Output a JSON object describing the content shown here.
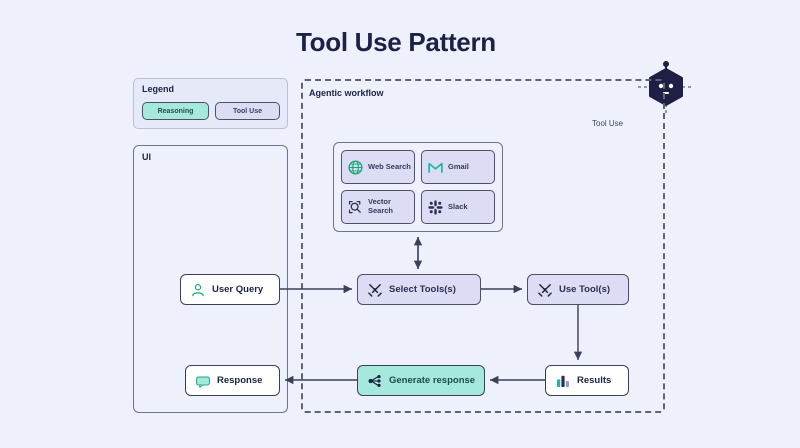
{
  "page": {
    "title": "Tool Use Pattern",
    "background_color": "#eef1fb"
  },
  "logo": {
    "name": "bot-hexagon-logo",
    "color": "#1f1f45"
  },
  "legend": {
    "title": "Legend",
    "chips": [
      {
        "label": "Reasoning",
        "color": "#a5e9dd"
      },
      {
        "label": "Tool Use",
        "color": "#dcdcf5"
      }
    ]
  },
  "ui_panel": {
    "label": "UI"
  },
  "workflow": {
    "label": "Agentic workflow",
    "section_label": "Tool Use"
  },
  "tools": [
    {
      "label": "Web Search",
      "icon": "globe-icon",
      "icon_color": "#19a974"
    },
    {
      "label": "Gmail",
      "icon": "gmail-icon",
      "icon_color": "#1fb6a6"
    },
    {
      "label": "Vector Search",
      "icon": "vector-search-icon",
      "icon_color": "#2b2f55"
    },
    {
      "label": "Slack",
      "icon": "slack-icon",
      "icon_color": "#2b2f55"
    }
  ],
  "nodes": {
    "user_query": {
      "label": "User Query",
      "icon": "user-icon",
      "style": "white"
    },
    "select_tools": {
      "label": "Select Tools(s)",
      "icon": "tools-icon",
      "style": "purple"
    },
    "use_tools": {
      "label": "Use Tool(s)",
      "icon": "tools-icon",
      "style": "purple"
    },
    "results": {
      "label": "Results",
      "icon": "bar-chart-icon",
      "style": "white"
    },
    "generate_response": {
      "label": "Generate response",
      "icon": "network-icon",
      "style": "teal"
    },
    "response": {
      "label": "Response",
      "icon": "chat-icon",
      "style": "white"
    }
  },
  "colors": {
    "reasoning": "#a5e9dd",
    "tool_use": "#dcdcf5",
    "stroke": "#3a4059",
    "title_text": "#1c2245"
  }
}
